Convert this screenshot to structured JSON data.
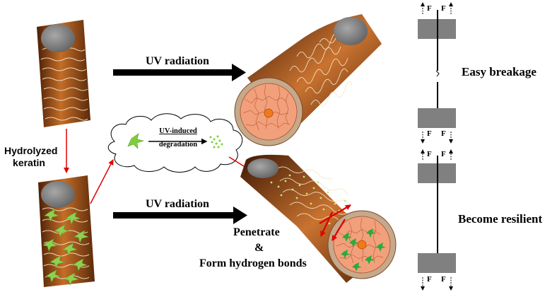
{
  "labels": {
    "hydrolyzed_line1": "Hydrolyzed",
    "hydrolyzed_line2": "keratin",
    "uv_top": "UV radiation",
    "uv_bottom": "UV radiation",
    "cloud_line1": "UV-induced",
    "cloud_line2": "degradation",
    "penetrate": "Penetrate",
    "ampersand": "&",
    "form_bonds": "Form hydrogen bonds",
    "easy_breakage": "Easy breakage",
    "become_resilient": "Become resilient",
    "force": "F"
  },
  "colors": {
    "hair_dark": "#5a2a0a",
    "hair_light": "#c06a25",
    "cortex": "#f2a07c",
    "medulla": "#f07a1a",
    "keratin_green": "#7ccf3a",
    "arrow_red": "#e00000",
    "block_gray": "#808080"
  }
}
